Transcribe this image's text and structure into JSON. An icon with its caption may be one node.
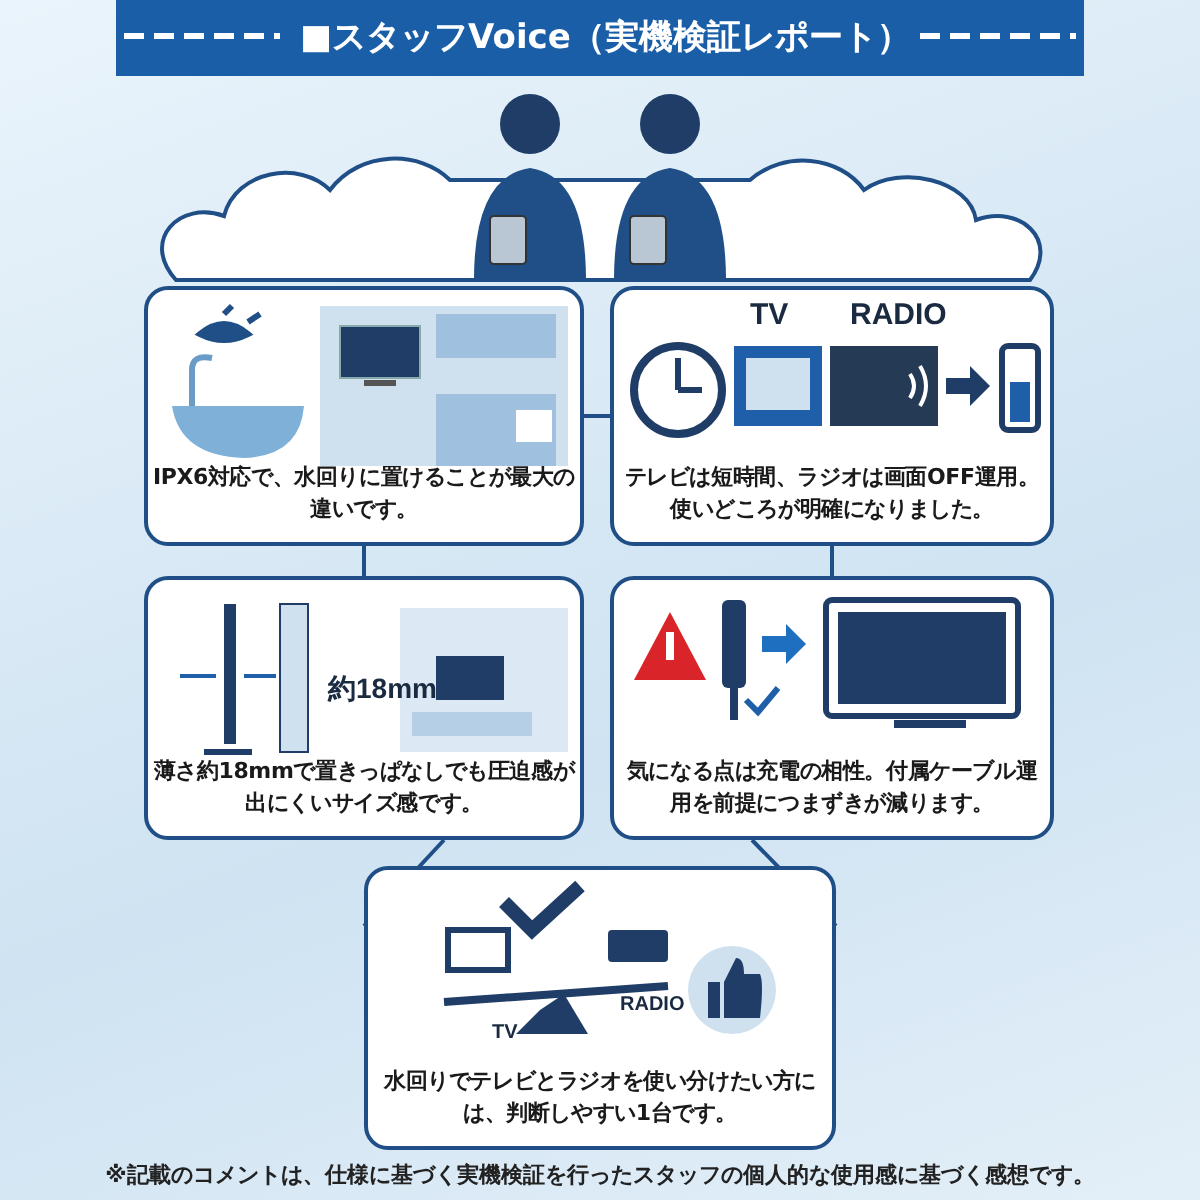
{
  "diagram": {
    "title": "■スタッフVoice（実機検証レポート）",
    "caption": "※記載のコメントは、仕様に基づく実機検証を行ったスタッフの個人的な使用感に基づく感想です。",
    "nodes": [
      {
        "text": [
          "IPX6対応で、水回りに置けることが最大の違いです。"
        ]
      },
      {
        "text": [
          "テレビは短時間、ラジオは画面OFF運用。使いどころが明確になりました。"
        ]
      },
      {
        "text": [
          "薄さ約18mmで置きっぱなしでも圧迫感が出にくいサイズ感です。"
        ]
      },
      {
        "text": [
          "気になる点は充電の相性。付属ケーブル運用を前提につまずきが減ります。"
        ]
      },
      {
        "text": [
          "水回りでテレビとラジオを使い分けたい方には、判断しやすい1台です。"
        ]
      }
    ],
    "edges": [
      {
        "from": 0,
        "to": 1,
        "arrow": "none"
      },
      {
        "from": 0,
        "to": 2,
        "arrow": "none"
      },
      {
        "from": 1,
        "to": 3,
        "arrow": "none"
      },
      {
        "from": 2,
        "to": 4,
        "arrow": "none"
      },
      {
        "from": 3,
        "to": 4,
        "arrow": "none"
      }
    ],
    "labels": [
      "TV",
      "RADIO",
      "約18mm",
      "TV",
      "RADIO"
    ]
  }
}
